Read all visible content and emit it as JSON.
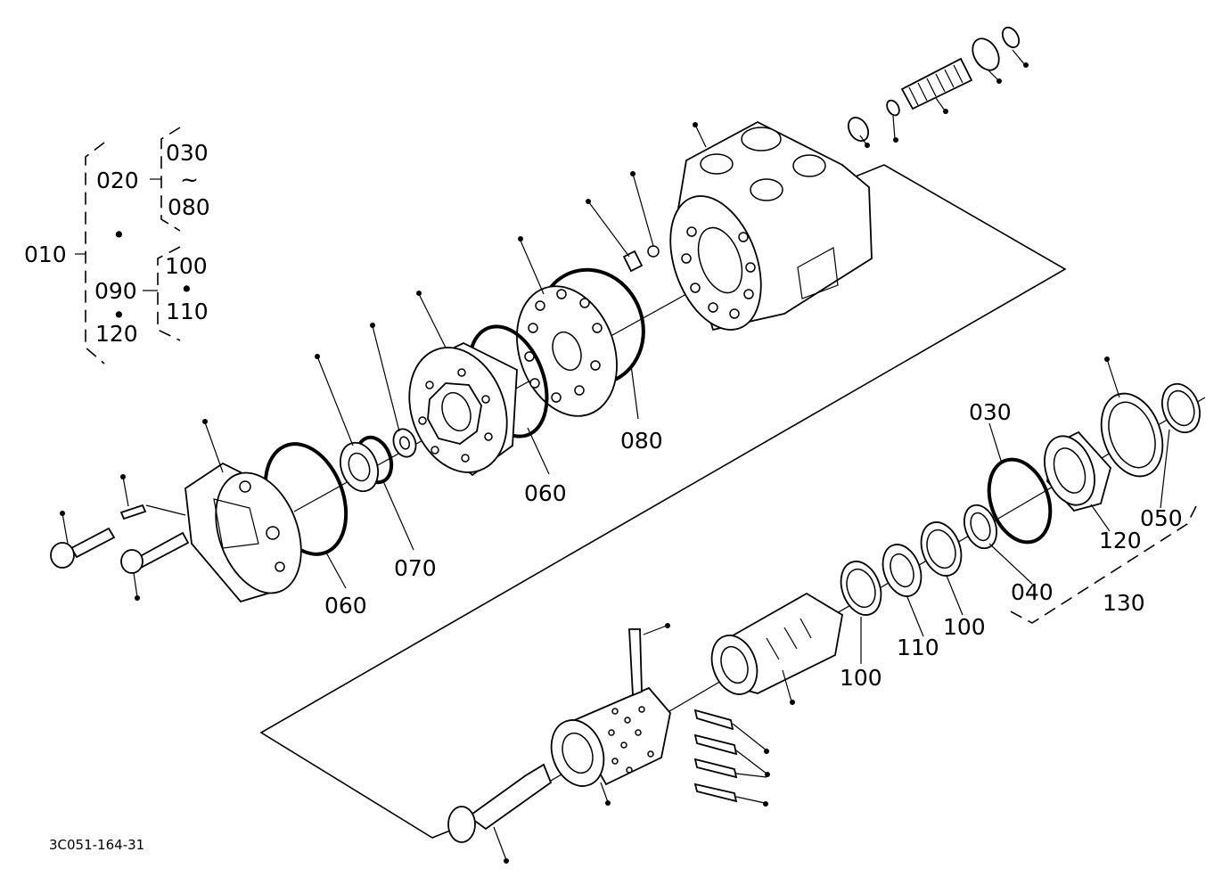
{
  "document_code": "3C051-164-31",
  "tree": {
    "root": "010",
    "group_a": "020",
    "group_a_from": "030",
    "group_a_range_mark": "~",
    "group_a_to": "080",
    "bullet": "•",
    "group_b": "090",
    "group_b_first": "100",
    "group_b_second": "110",
    "group_c": "120"
  },
  "callouts": {
    "o_ring_080": "080",
    "o_ring_060_upper": "060",
    "washer_070": "070",
    "o_ring_060_lower": "060",
    "o_ring_030": "030",
    "seal_040": "040",
    "bushing_120": "120",
    "ring_050": "050",
    "kit_130": "130",
    "washer_100_a": "100",
    "washer_100_b": "100",
    "seal_110": "110"
  }
}
